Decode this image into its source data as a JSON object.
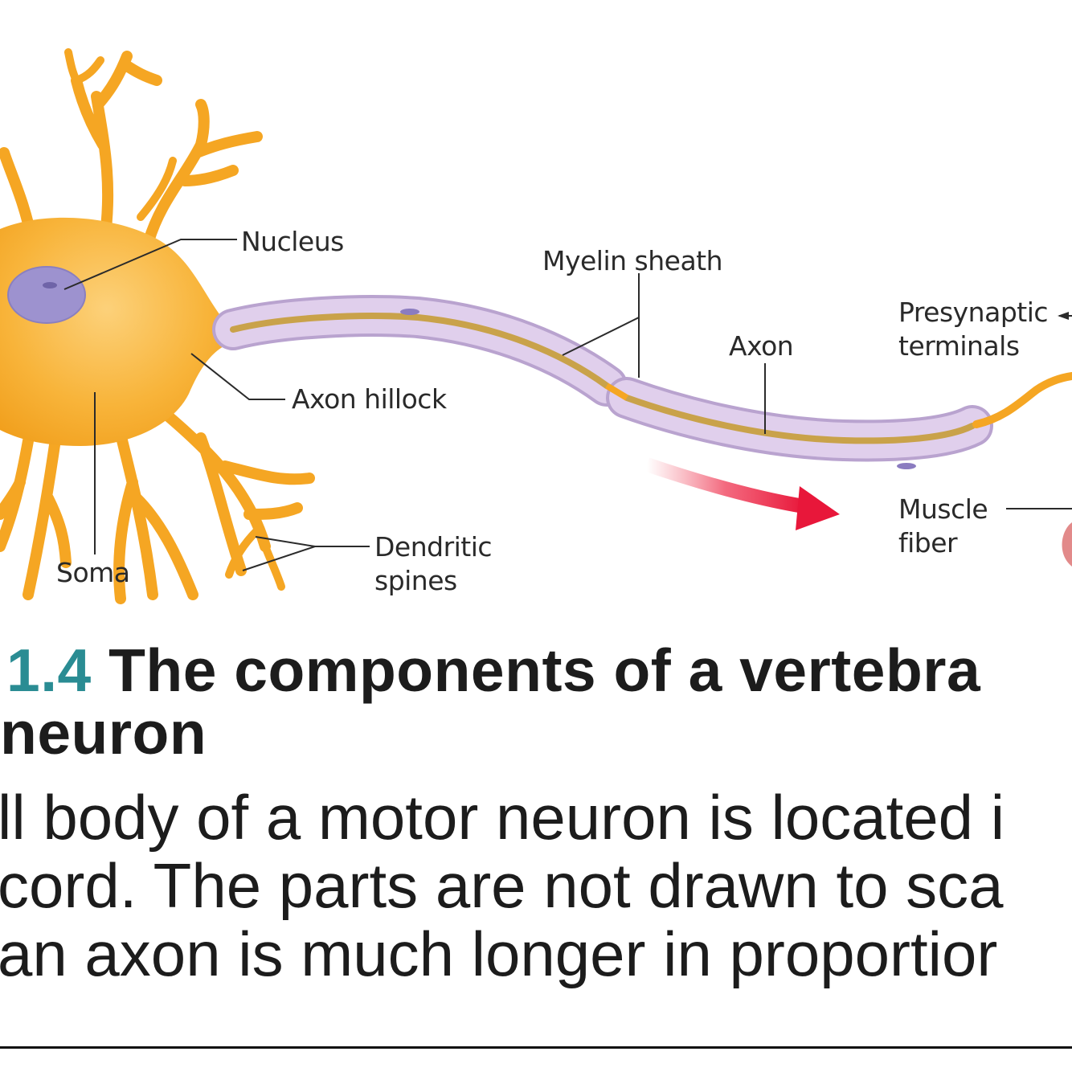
{
  "diagram": {
    "labels": {
      "nucleus": "Nucleus",
      "myelin_sheath": "Myelin sheath",
      "presynaptic_line1": "Presynaptic",
      "presynaptic_line2": "terminals",
      "axon": "Axon",
      "axon_hillock": "Axon hillock",
      "muscle_line1": "Muscle",
      "muscle_line2": "fiber",
      "dendritic_line1": "Dendritic",
      "dendritic_line2": "spines",
      "soma": "Soma"
    },
    "colors": {
      "neuron_body": "#f7ad2e",
      "dendrite": "#f5a623",
      "nucleus": "#9a8fce",
      "myelin": "#d9c7e6",
      "myelin_edge": "#b9a3cf",
      "axon_core": "#c9a24a",
      "arrow": "#e8173a"
    }
  },
  "caption": {
    "figure_number": "1.4",
    "title_line1": "The components of a vertebra",
    "title_line2": "neuron",
    "body_line1": "ll body of a motor neuron is located i",
    "body_line2": "cord. The parts are not drawn to sca",
    "body_line3": "an axon is much longer in proportior"
  }
}
